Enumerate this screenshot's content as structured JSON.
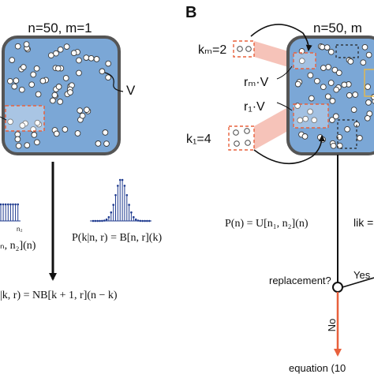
{
  "panel_b_label": "B",
  "panel_a": {
    "box_title": "n=50, m=1",
    "volume_label": "V",
    "left_formula": "ₙ, n₂](n)",
    "hist_tick_label": "n₂",
    "binomial_formula": "P(k|n, r) = B[n, r](k)",
    "bottom_formula": "|k, r) = NB[k + 1, r](n − k)"
  },
  "panel_b": {
    "box_title": "n=50, m",
    "km_label": "kₘ=2",
    "k1_label": "k₁=4",
    "rm_label": "rₘ·V",
    "r1_label": "r₁·V",
    "uniform_formula": "P(n) = U[n₁, n₂](n)",
    "lik_label": "lik =",
    "replacement_label": "replacement?",
    "yes_label": "Yes",
    "no_label": "No",
    "equation_label": "equation (10"
  },
  "colors": {
    "box_fill": "#7ba7d6",
    "box_stroke": "#555555",
    "highlight": "#e8603c",
    "beam": "#f4b8ad",
    "stem": "#1f3b8f",
    "orange_arrow": "#e8603c"
  }
}
